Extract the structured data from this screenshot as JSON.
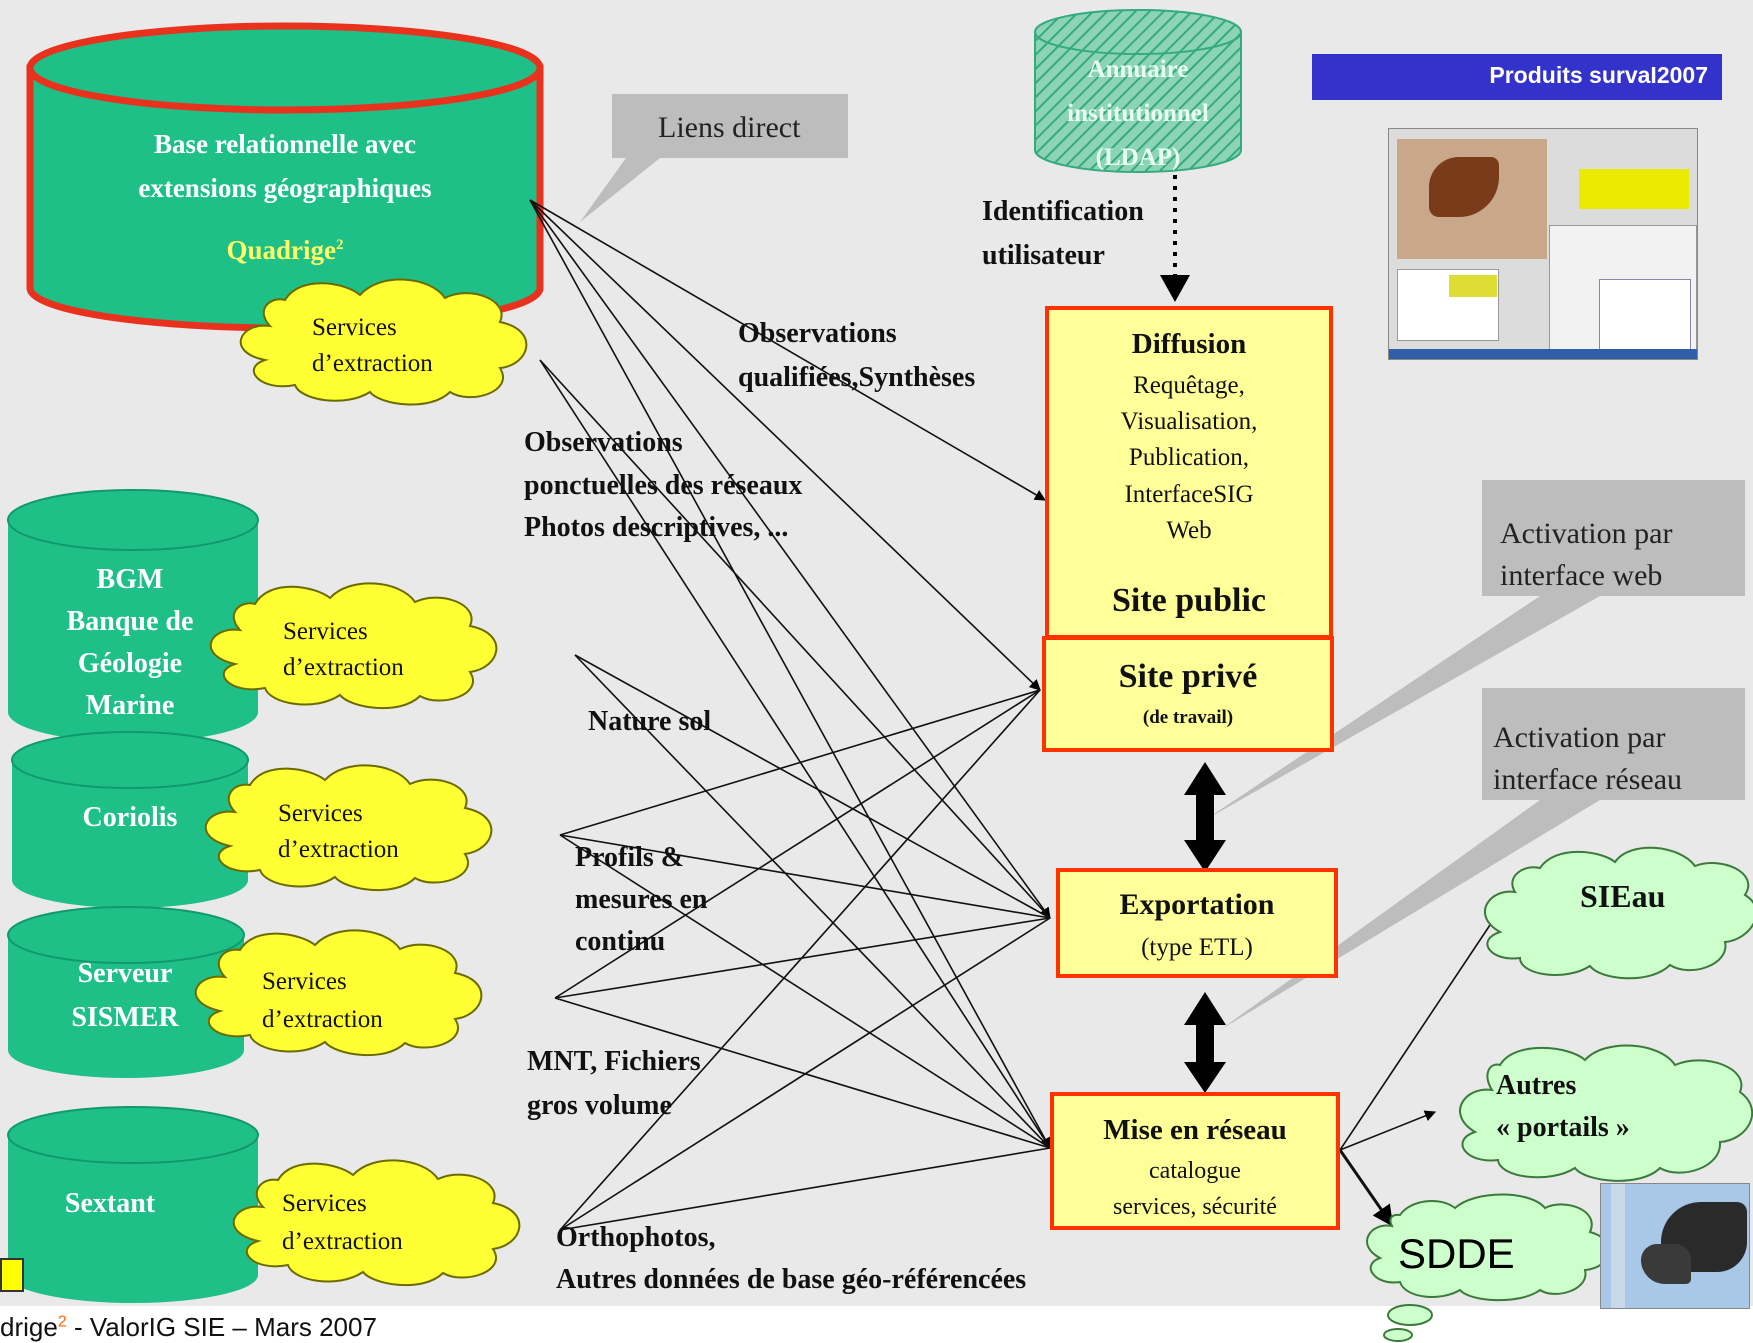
{
  "databases": {
    "quadrige": {
      "line1": "Base relationnelle  avec",
      "line2": "extensions géographiques",
      "name": "Quadrige",
      "sup": "2"
    },
    "bgm": {
      "line1": "BGM",
      "line2": "Banque de",
      "line3": "Géologie",
      "line4": "Marine"
    },
    "coriolis": {
      "name": "Coriolis"
    },
    "sismer": {
      "line1": "Serveur",
      "line2": "SISMER"
    },
    "sextant": {
      "name": "Sextant"
    }
  },
  "services": {
    "line1": "Services",
    "line2": "d’extraction"
  },
  "ldap": {
    "line1": "Annuaire",
    "line2": "institutionnel",
    "line3": "(LDAP)"
  },
  "banner": {
    "label": "Produits  survaI2007"
  },
  "callouts": {
    "liens": "Liens direct",
    "web_1": "Activation par",
    "web_2": "interface web",
    "reseau_1": "Activation par",
    "reseau_2": "interface réseau"
  },
  "flow_labels": {
    "ident_1": "Identification",
    "ident_2": "utilisateur",
    "obs_q1": "Observations",
    "obs_q2": "qualifiées,Synthèses",
    "obs_p1": "Observations",
    "obs_p2": "ponctuelles des réseaux",
    "obs_p3": "Photos descriptives, ...",
    "nature": "Nature sol",
    "profils_1": "Profils &",
    "profils_2": "mesures en",
    "profils_3": "continu",
    "mnt_1": "MNT, Fichiers",
    "mnt_2": "gros volume",
    "ortho_1": "Orthophotos,",
    "ortho_2": "Autres données de base géo-référencées"
  },
  "boxes": {
    "diffusion": {
      "title": "Diffusion",
      "l1": "Requêtage,",
      "l2": "Visualisation,",
      "l3": "Publication,",
      "l4": "InterfaceSIG",
      "l5": "Web",
      "site": "Site public"
    },
    "prive": {
      "title": "Site privé",
      "sub": "(de travail)"
    },
    "export": {
      "title": "Exportation",
      "sub": "(type ETL)"
    },
    "reseau": {
      "title": "Mise en réseau",
      "l1": "catalogue",
      "l2": "services, sécurité"
    }
  },
  "clouds": {
    "sieau": "SIEau",
    "autres_1": "Autres",
    "autres_2": "« portails »",
    "sdde": "SDDE"
  },
  "footer": {
    "pre": "drige",
    "sup": "2",
    "post": " - ValorIG SIE – Mars 2007"
  },
  "colors": {
    "teal": "#1fbf88",
    "teal_dark": "#109a6c",
    "red": "#e8321e",
    "cloud_yellow": "#ffff33",
    "cloud_green": "#ccffcc",
    "box_yellow": "#ffff99",
    "callout_gray": "#bdbdbd",
    "banner_blue": "#3333cc"
  }
}
